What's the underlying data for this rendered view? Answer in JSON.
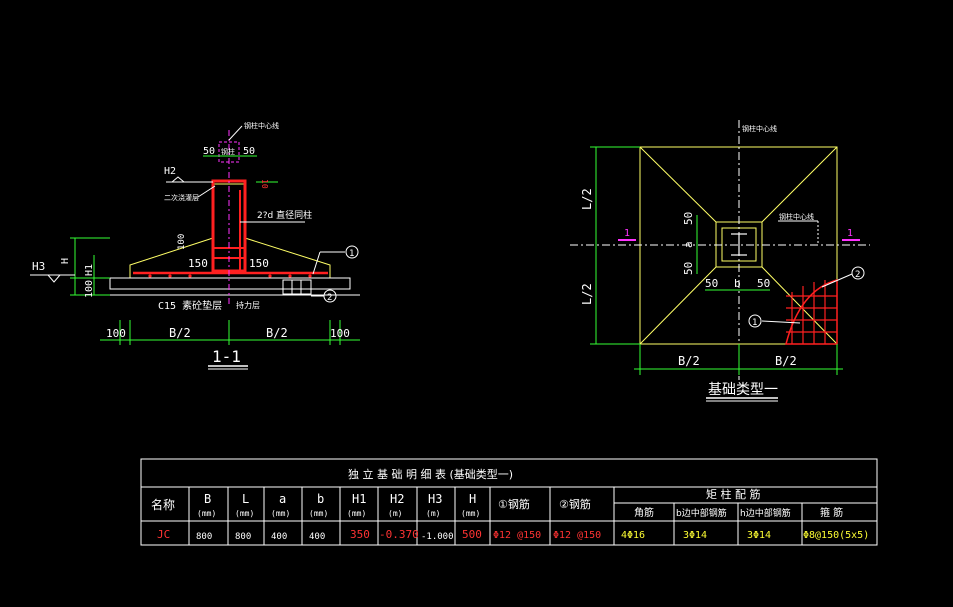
{
  "colors": {
    "background": "#000000",
    "outline": "#ffffff",
    "rebar": "#ff2020",
    "dimension": "#33ff33",
    "section_mark": "#ff33ff",
    "column_outline": "#ffff66",
    "table_border": "#ffffff",
    "text": "#ffffff",
    "text_red": "#ff3333",
    "text_yellow": "#ffff33"
  },
  "section_view": {
    "dim_top_left": "50",
    "dim_top_mid": "钢柱",
    "dim_top_right": "50",
    "col_center_label": "钢柱中心线",
    "h2_label": "H2",
    "grout_label": "二次浇灌层",
    "anchor_label": "2?d 直径同柱",
    "dim_100_vert": "100",
    "dim_150_left": "150",
    "dim_150_right": "150",
    "h3_label": "H3",
    "h_label": "H",
    "h1_label": "H1",
    "dim_100_h1": "100",
    "concrete_label": "C15 素砼垫层",
    "bar_layer_label": "持力层",
    "callout_1": "1",
    "callout_2": "2",
    "dim_100_left": "100",
    "dim_b2_left": "B/2",
    "dim_b2_right": "B/2",
    "dim_100_right": "100",
    "dim_tag_small": "10",
    "section_title": "1-1"
  },
  "plan_view": {
    "col_center_label_top": "钢柱中心线",
    "col_center_label_right": "钢柱中心线",
    "dim_l2_top": "L/2",
    "dim_l2_bottom": "L/2",
    "dim_50_top": "50",
    "dim_a": "a",
    "dim_50_bottom": "50",
    "dim_50_left": "50",
    "dim_b": "b",
    "dim_50_right": "50",
    "cut_mark_left": "1",
    "cut_mark_right": "1",
    "callout_1": "1",
    "callout_2": "2",
    "dim_b2_left": "B/2",
    "dim_b2_right": "B/2",
    "plan_title": "基础类型一"
  },
  "table": {
    "title": "独  立  基  础  明  细  表    (基础类型一)",
    "headers": {
      "name": "名称",
      "B": "B",
      "B_unit": "(mm)",
      "L": "L",
      "L_unit": "(mm)",
      "a": "a",
      "a_unit": "(mm)",
      "b": "b",
      "b_unit": "(mm)",
      "H1": "H1",
      "H1_unit": "(mm)",
      "H2": "H2",
      "H2_unit": "(m)",
      "H3": "H3",
      "H3_unit": "(m)",
      "H": "H",
      "H_unit": "(mm)",
      "bar1": "①钢筋",
      "bar2": "②钢筋",
      "column_bars": "矩  柱  配  筋",
      "corner": "角筋",
      "b_side": "b边中部钢筋",
      "h_side": "h边中部钢筋",
      "stirrup": "箍  筋"
    },
    "row": {
      "name": "JC",
      "B": "800",
      "L": "800",
      "a": "400",
      "b": "400",
      "H1": "350",
      "H2": "-0.370",
      "H3": "-1.000",
      "H": "500",
      "bar1": "Φ12 @150",
      "bar2": "Φ12 @150",
      "corner": "4Φ16",
      "b_side": "3Φ14",
      "h_side": "3Φ14",
      "stirrup": "Φ8@150(5x5)"
    }
  }
}
